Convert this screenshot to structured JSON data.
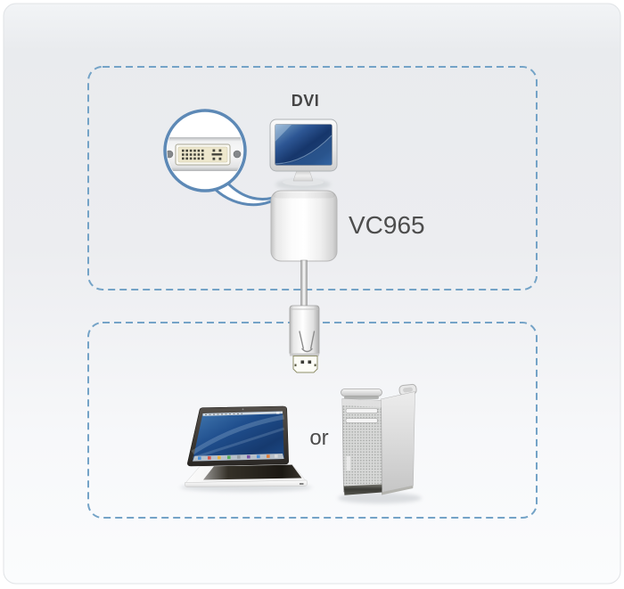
{
  "diagram_title_icons": {
    "callout": "dvi-port-closeup-icon",
    "display": "dvi-monitor-icon",
    "adapter": "vc965-adapter-icon",
    "plug": "displayport-plug-icon",
    "laptop": "laptop-icon",
    "tower": "desktop-tower-icon"
  },
  "sections": {
    "display": {
      "label": "DVI"
    },
    "adapter": {
      "label": "VC965"
    },
    "source": {
      "separator_label": "or"
    }
  },
  "colors": {
    "dashed_border": "#74a3c7",
    "callout_stroke": "#5d89b6",
    "label_text": "#4a4a4a",
    "screen_blue_dark": "#16366b",
    "screen_blue_light": "#7ba3c9",
    "card_top": "#eaecef",
    "card_bottom": "#fbfcfd"
  }
}
